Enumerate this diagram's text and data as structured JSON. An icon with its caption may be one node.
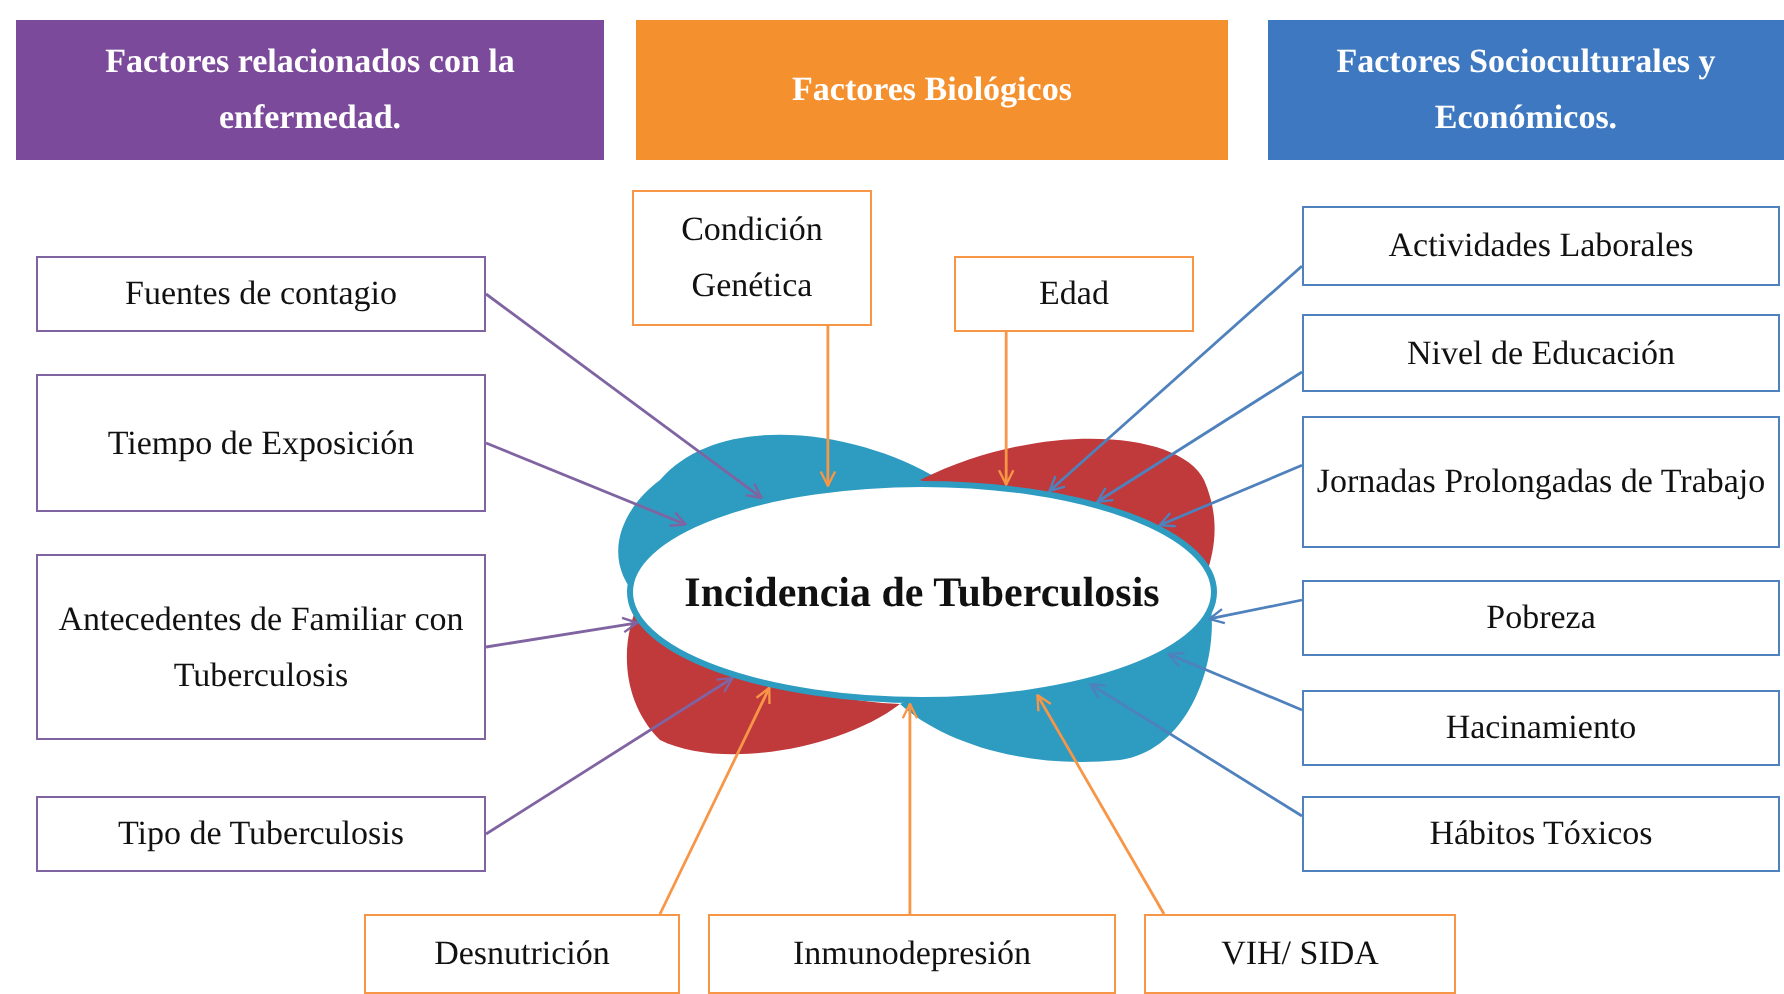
{
  "diagram": {
    "nodes": [
      {
        "text": [
          "Factores relacionados con la enfermedad."
        ]
      },
      {
        "text": [
          "Factores Biológicos"
        ]
      },
      {
        "text": [
          "Factores  Socioculturales y Económicos."
        ]
      },
      {
        "text": [
          "Fuentes de contagio"
        ]
      },
      {
        "text": [
          "Tiempo de Exposición"
        ]
      },
      {
        "text": [
          "Antecedentes de Familiar con Tuberculosis"
        ]
      },
      {
        "text": [
          "Tipo de Tuberculosis"
        ]
      },
      {
        "text": [
          "Condición Genética"
        ]
      },
      {
        "text": [
          "Edad"
        ]
      },
      {
        "text": [
          "Actividades Laborales"
        ]
      },
      {
        "text": [
          "Nivel de Educación"
        ]
      },
      {
        "text": [
          "Jornadas Prolongadas de Trabajo"
        ]
      },
      {
        "text": [
          "Pobreza"
        ]
      },
      {
        "text": [
          "Hacinamiento"
        ]
      },
      {
        "text": [
          "Hábitos Tóxicos"
        ]
      },
      {
        "text": [
          "Incidencia de Tuberculosis"
        ]
      },
      {
        "text": [
          "Desnutrición"
        ]
      },
      {
        "text": [
          "Inmunodepresión"
        ]
      },
      {
        "text": [
          "VIH/ SIDA"
        ]
      }
    ],
    "edges": [
      {
        "from": 3,
        "to": 15,
        "arrow": "to",
        "color": "#8064a2"
      },
      {
        "from": 4,
        "to": 15,
        "arrow": "to",
        "color": "#8064a2"
      },
      {
        "from": 5,
        "to": 15,
        "arrow": "to",
        "color": "#8064a2"
      },
      {
        "from": 6,
        "to": 15,
        "arrow": "to",
        "color": "#8064a2"
      },
      {
        "from": 7,
        "to": 15,
        "arrow": "to",
        "color": "#f79646"
      },
      {
        "from": 8,
        "to": 15,
        "arrow": "to",
        "color": "#f79646"
      },
      {
        "from": 9,
        "to": 15,
        "arrow": "to"
      },
      {
        "from": 10,
        "to": 15,
        "arrow": "to"
      },
      {
        "from": 11,
        "to": 15,
        "arrow": "to"
      },
      {
        "from": 12,
        "to": 15,
        "arrow": "to"
      },
      {
        "from": 13,
        "to": 15,
        "arrow": "to"
      },
      {
        "from": 14,
        "to": 15,
        "arrow": "to"
      },
      {
        "from": 16,
        "to": 15,
        "arrow": "to",
        "color": "#f79646"
      },
      {
        "from": 17,
        "to": 15,
        "arrow": "to",
        "color": "#f79646"
      },
      {
        "from": 18,
        "to": 15,
        "arrow": "to",
        "color": "#f79646"
      }
    ]
  }
}
